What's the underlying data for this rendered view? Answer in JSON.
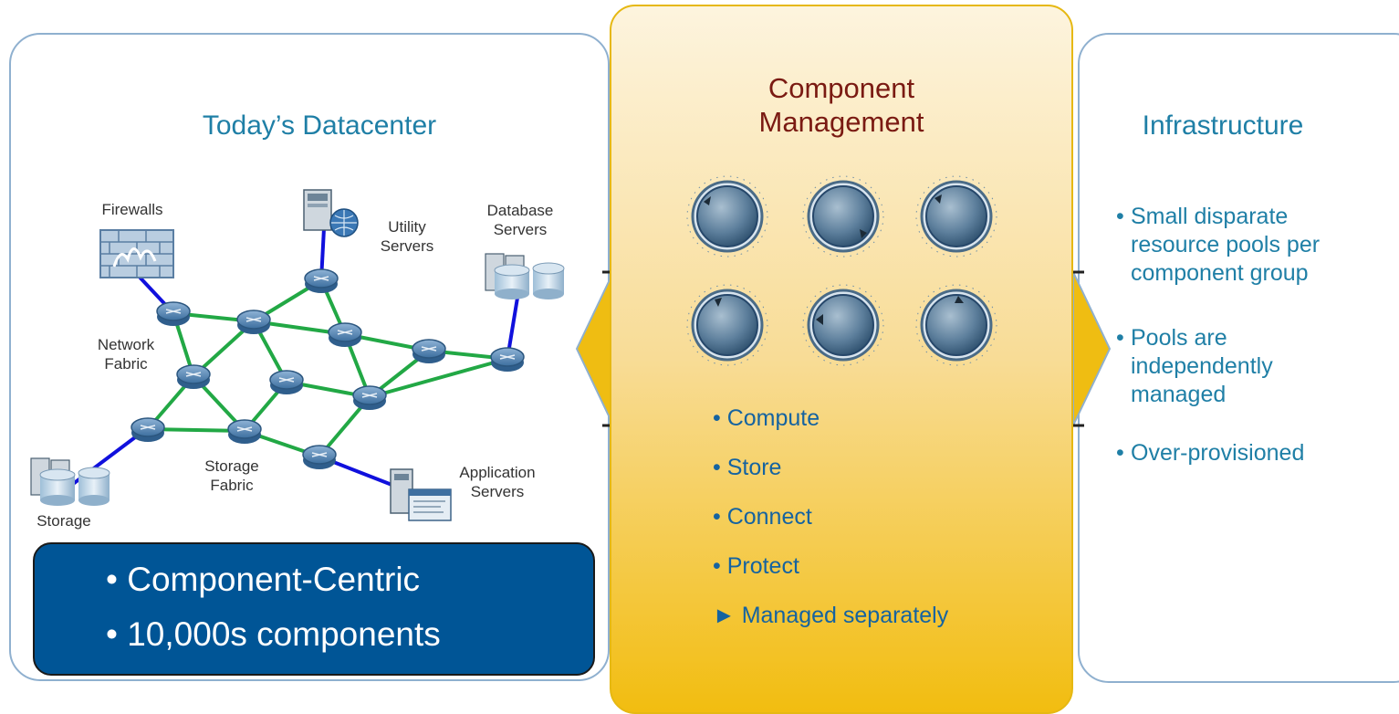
{
  "left_panel": {
    "title": "Today’s Datacenter",
    "labels": {
      "firewalls": "Firewalls",
      "utility_servers": [
        "Utility",
        "Servers"
      ],
      "database_servers": [
        "Database",
        "Servers"
      ],
      "network_fabric": [
        "Network",
        "Fabric"
      ],
      "storage_fabric": [
        "Storage",
        "Fabric"
      ],
      "application_servers": [
        "Application",
        "Servers"
      ],
      "storage": "Storage"
    },
    "summary": [
      "• Component-Centric",
      "• 10,000s components"
    ]
  },
  "center_panel": {
    "title": [
      "Component",
      "Management"
    ],
    "items": [
      "• Compute",
      "• Store",
      "• Connect",
      "• Protect",
      "► Managed separately"
    ],
    "dial_count": 6
  },
  "right_panel": {
    "title": "Infrastructure",
    "items": [
      [
        "Small disparate",
        "resource pools per",
        "component group"
      ],
      [
        "Pools are",
        "independently",
        "managed"
      ],
      [
        "Over-provisioned"
      ]
    ]
  },
  "colors": {
    "panel_border": "#8fb0cf",
    "accent_gold": "#f2bd10",
    "title_blue": "#1f7fa6",
    "title_red": "#7a1a12",
    "summary_bg": "#005596",
    "link_green": "#22a845",
    "link_blue": "#1010dd"
  }
}
